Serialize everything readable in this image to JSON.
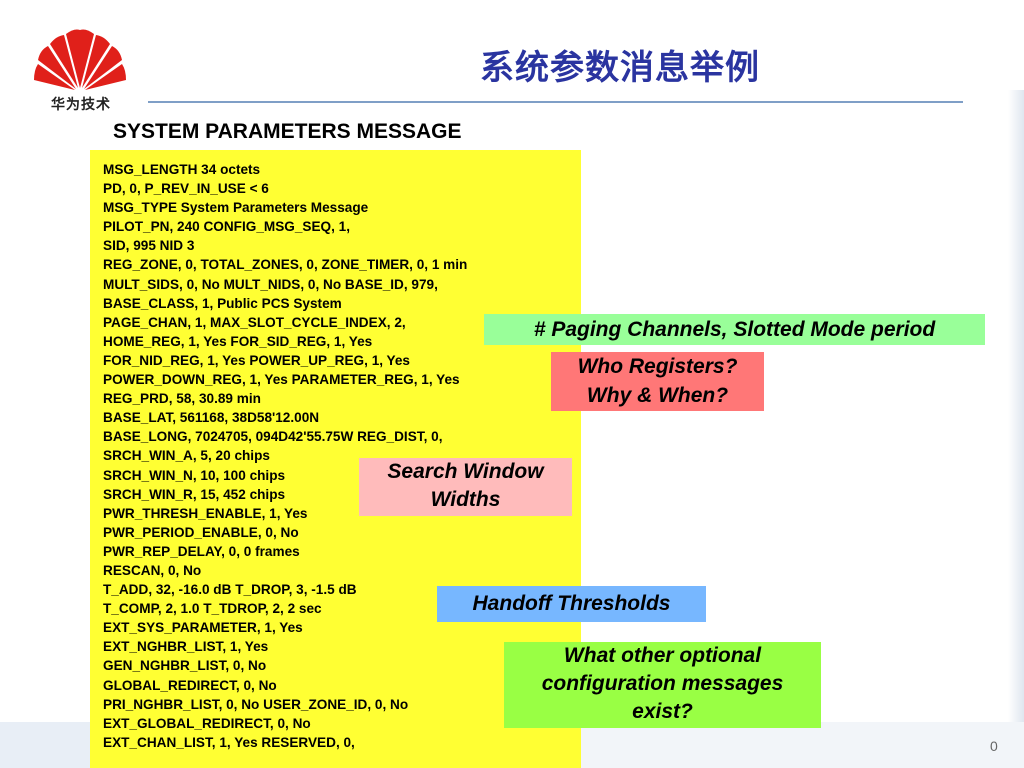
{
  "header": {
    "logo_text": "华为技术",
    "title": "系统参数消息举例"
  },
  "subtitle": "SYSTEM PARAMETERS MESSAGE",
  "message_lines": [
    "MSG_LENGTH 34 octets",
    "PD, 0, P_REV_IN_USE < 6",
    "MSG_TYPE System Parameters Message",
    "PILOT_PN, 240    CONFIG_MSG_SEQ, 1,",
    "SID, 995     NID 3",
    "REG_ZONE, 0, TOTAL_ZONES, 0,  ZONE_TIMER, 0, 1 min",
    "MULT_SIDS, 0, No   MULT_NIDS, 0, No   BASE_ID, 979,",
    "BASE_CLASS, 1, Public PCS System",
    "PAGE_CHAN, 1,   MAX_SLOT_CYCLE_INDEX, 2,",
    "HOME_REG, 1, Yes   FOR_SID_REG, 1, Yes",
    "FOR_NID_REG, 1, Yes  POWER_UP_REG, 1, Yes",
    "POWER_DOWN_REG, 1, Yes  PARAMETER_REG, 1, Yes",
    "REG_PRD, 58, 30.89 min",
    "BASE_LAT, 561168, 38D58'12.00N",
    "BASE_LONG, 7024705, 094D42'55.75W  REG_DIST, 0,",
    "SRCH_WIN_A, 5, 20 chips",
    "SRCH_WIN_N, 10, 100 chips",
    "SRCH_WIN_R, 15, 452 chips",
    "PWR_THRESH_ENABLE, 1, Yes",
    "PWR_PERIOD_ENABLE, 0, No",
    "PWR_REP_DELAY, 0, 0 frames",
    "RESCAN, 0, No",
    "T_ADD, 32, -16.0 dB   T_DROP, 3, -1.5 dB",
    "T_COMP, 2, 1.0  T_TDROP, 2, 2 sec",
    "EXT_SYS_PARAMETER, 1, Yes",
    "EXT_NGHBR_LIST, 1, Yes",
    "GEN_NGHBR_LIST, 0, No",
    "GLOBAL_REDIRECT, 0, No",
    "PRI_NGHBR_LIST, 0, No  USER_ZONE_ID, 0, No",
    "EXT_GLOBAL_REDIRECT, 0, No",
    "EXT_CHAN_LIST, 1, Yes  RESERVED, 0,"
  ],
  "callouts": {
    "paging": "# Paging Channels, Slotted Mode period",
    "who_line1": "Who Registers?",
    "who_line2": "Why & When?",
    "search_line1": "Search Window",
    "search_line2": "Widths",
    "handoff": "Handoff Thresholds",
    "other_line1": "What other optional",
    "other_line2": "configuration messages",
    "other_line3": "exist?"
  },
  "footer": {
    "page_number": "0"
  },
  "colors": {
    "title": "#2a34a0",
    "panel": "#ffff33",
    "paging": "#99ff99",
    "who": "#ff7777",
    "search": "#ffbbbb",
    "handoff": "#77b7ff",
    "other": "#99ff44",
    "logo": "#e0201a"
  },
  "icons": {
    "logo": "huawei-petal-logo-icon"
  }
}
